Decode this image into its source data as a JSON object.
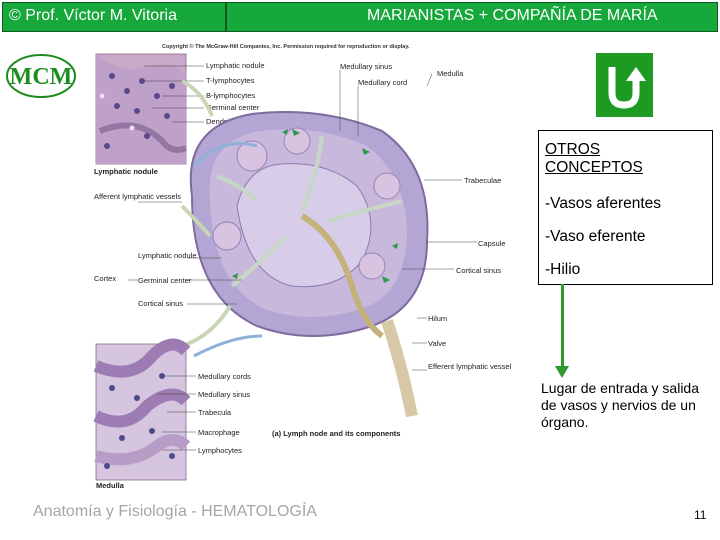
{
  "header": {
    "left_text": "© Prof. Víctor M. Vitoria",
    "right_text": "MARIANISTAS + COMPAÑÍA DE MARÍA"
  },
  "logo": {
    "text": "MCM"
  },
  "figure": {
    "copyright": "Copyright © The McGraw-Hill Companies, Inc. Permission required for reproduction or display.",
    "labels": {
      "lymphatic_nodule_top": "Lymphatic nodule",
      "t_lymphocytes": "T-lymphocytes",
      "b_lymphocytes": "B-lymphocytes",
      "germinal_center_top": "Germinal center",
      "dendritic_cells": "Dendritic cells",
      "lymphatic_nodule_inset": "Lymphatic nodule",
      "afferent_vessels": "Afferent lymphatic vessels",
      "cortex": "Cortex",
      "lymphatic_nodule_cortex": "Lymphatic nodule",
      "germinal_center_cortex": "Germinal center",
      "cortical_sinus_left": "Cortical sinus",
      "medullary_sinus_top": "Medullary sinus",
      "medullary_cord_top": "Medullary cord",
      "medulla_top": "Medulla",
      "trabeculae": "Trabeculae",
      "capsule": "Capsule",
      "cortical_sinus_right": "Cortical sinus",
      "hilum": "Hilum",
      "valve": "Valve",
      "efferent_vessel": "Efferent lymphatic vessel",
      "medullary_cords": "Medullary cords",
      "medullary_sinus_bottom": "Medullary sinus",
      "trabecula": "Trabecula",
      "macrophage": "Macrophage",
      "lymphocytes": "Lymphocytes",
      "medulla_bottom": "Medulla",
      "caption": "(a) Lymph node and its components"
    }
  },
  "side_box": {
    "title": "OTROS CONCEPTOS",
    "items": [
      "-Vasos aferentes",
      "-Vaso eferente",
      "-Hilio"
    ]
  },
  "note": "Lugar de entrada y salida de vasos y nervios de un órgano.",
  "footer": "Anatomía y Fisiología - HEMATOLOGÍA",
  "page_number": "11",
  "colors": {
    "header_green": "#17a83c",
    "arrow_green": "#2e9a2e",
    "logo_green": "#1e8c1e"
  },
  "icons": {
    "back_button": "u-turn-arrow-icon"
  }
}
